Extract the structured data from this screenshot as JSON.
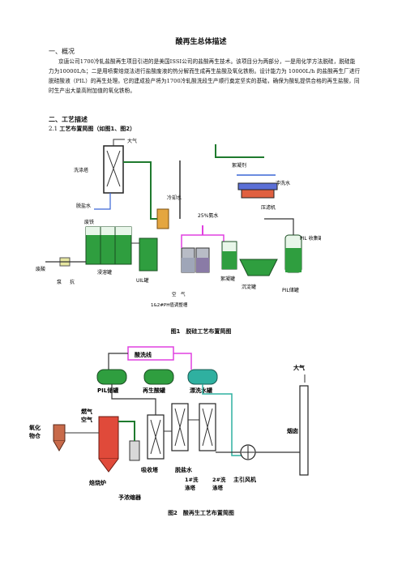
{
  "doc": {
    "title": "酸再生总体描述",
    "section1": "一、概况",
    "paragraph": "京唐公司1700冷轧盐酸再生项目引进的是美国ISSI公司的盐酸再生技术。该项目分为两部分，一是用化学方法脱硅，脱硅能力为10000L/h；二是用喷雾焙烧法进行盐酸废液的热分解而生成再生盐酸及氧化铁粉。设计能力为 10000L/h 的盐酸再生厂进行脱硅酸液（PIL）的再生处理。它的建成投产将为1700冷轧酸洗段生产顺行奠定坚实的基础，确保为酸轧提供合格的再生盐酸，同时生产出大量高附加值的氧化铁粉。",
    "section2": "二、工艺描述",
    "subsection": "2.1",
    "subsection_title": "工艺布置简图（如图1、图2）"
  },
  "figure1": {
    "caption": "图1　脱硅工艺布置简图",
    "labels": {
      "atmosphere": "大气",
      "scrubber": "洗涤塔",
      "desalted_water": "脱盐水",
      "scrap_iron": "废铁",
      "waste_acid": "废酸",
      "pump": "泵",
      "pump2": "抗",
      "leach_tank": "浸溶罐",
      "uil_tank": "UIL罐",
      "cooling_water": "冷却水",
      "ammonia": "25%氨水",
      "air": "空　气",
      "ph_tank": "1&2#PH值调整槽",
      "flocculant": "絮凝剂",
      "flush_water": "冲洗水",
      "filter_press": "压滤机",
      "floc_tank": "絮凝罐",
      "settling_tank": "沉淀罐",
      "pil_storage": "PIL储罐",
      "pil_buffer": "PIL\n收集罐"
    }
  },
  "figure2": {
    "caption": "图2　酸再生工艺布置简图",
    "labels": {
      "pickling_line": "酸洗线",
      "pil_tank": "PIL储罐",
      "regen_acid_tank": "再生酸罐",
      "rinse_tank": "漂洗水罐",
      "atmosphere": "大气",
      "fuel": "燃气",
      "air": "空气",
      "iron_oxide": "氧化",
      "iron_oxide2": "物仓",
      "roaster": "焙烧炉",
      "absorber": "吸收塔",
      "preconcentrator": "予浓缩器",
      "desalted_water": "脱盐水",
      "scrubber1": "1#洗",
      "scrubber1b": "涤塔",
      "scrubber2": "2#洗",
      "scrubber2b": "涤塔",
      "fan": "主引风机",
      "chimney": "烟囱"
    }
  }
}
